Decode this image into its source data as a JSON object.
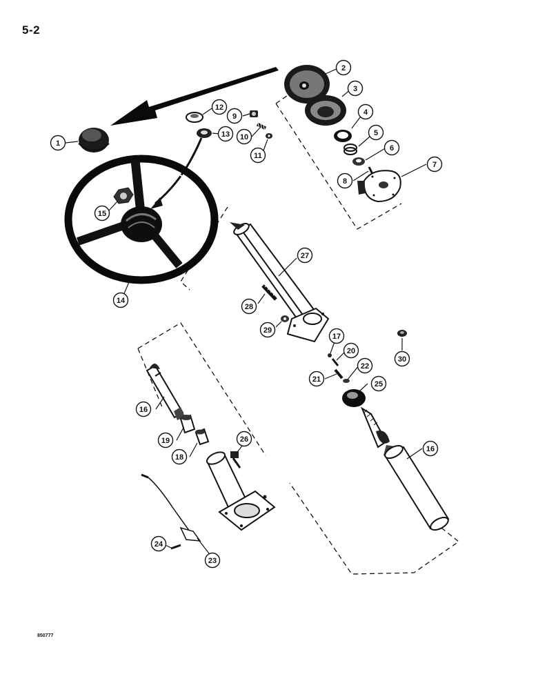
{
  "page_number": "5-2",
  "figure_code": "850777",
  "callouts": [
    "1",
    "2",
    "3",
    "4",
    "5",
    "6",
    "7",
    "8",
    "9",
    "10",
    "11",
    "12",
    "13",
    "14",
    "15",
    "16",
    "16",
    "17",
    "18",
    "19",
    "20",
    "21",
    "22",
    "23",
    "24",
    "25",
    "26",
    "27",
    "28",
    "29",
    "30"
  ]
}
